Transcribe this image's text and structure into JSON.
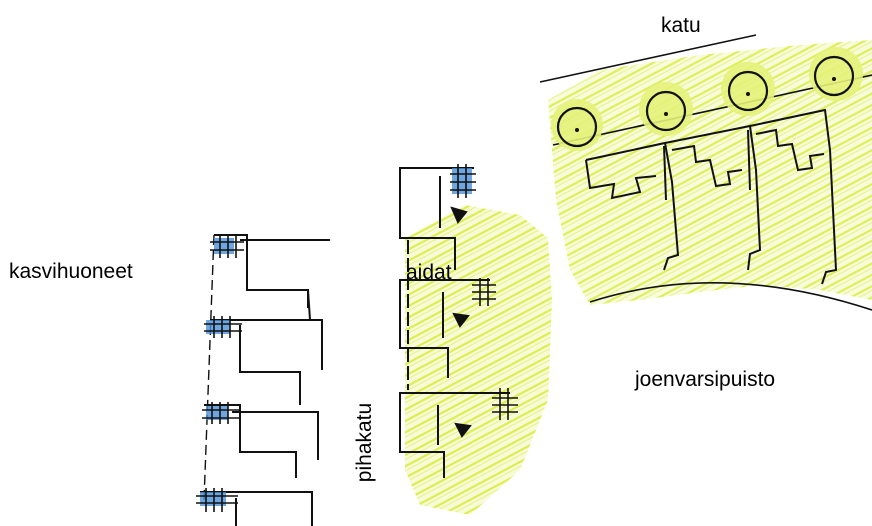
{
  "labels": {
    "greenhouses": "kasvihuoneet",
    "fences": "aidat",
    "street": "katu",
    "riverside_park": "joenvarsipuisto",
    "courtyard_street": "pihakatu"
  },
  "colors": {
    "ink": "#111111",
    "greenhouse_blue": "#4a90d9",
    "grass_yellow": "#d9ec3a",
    "tree_green": "#cfe84a"
  }
}
